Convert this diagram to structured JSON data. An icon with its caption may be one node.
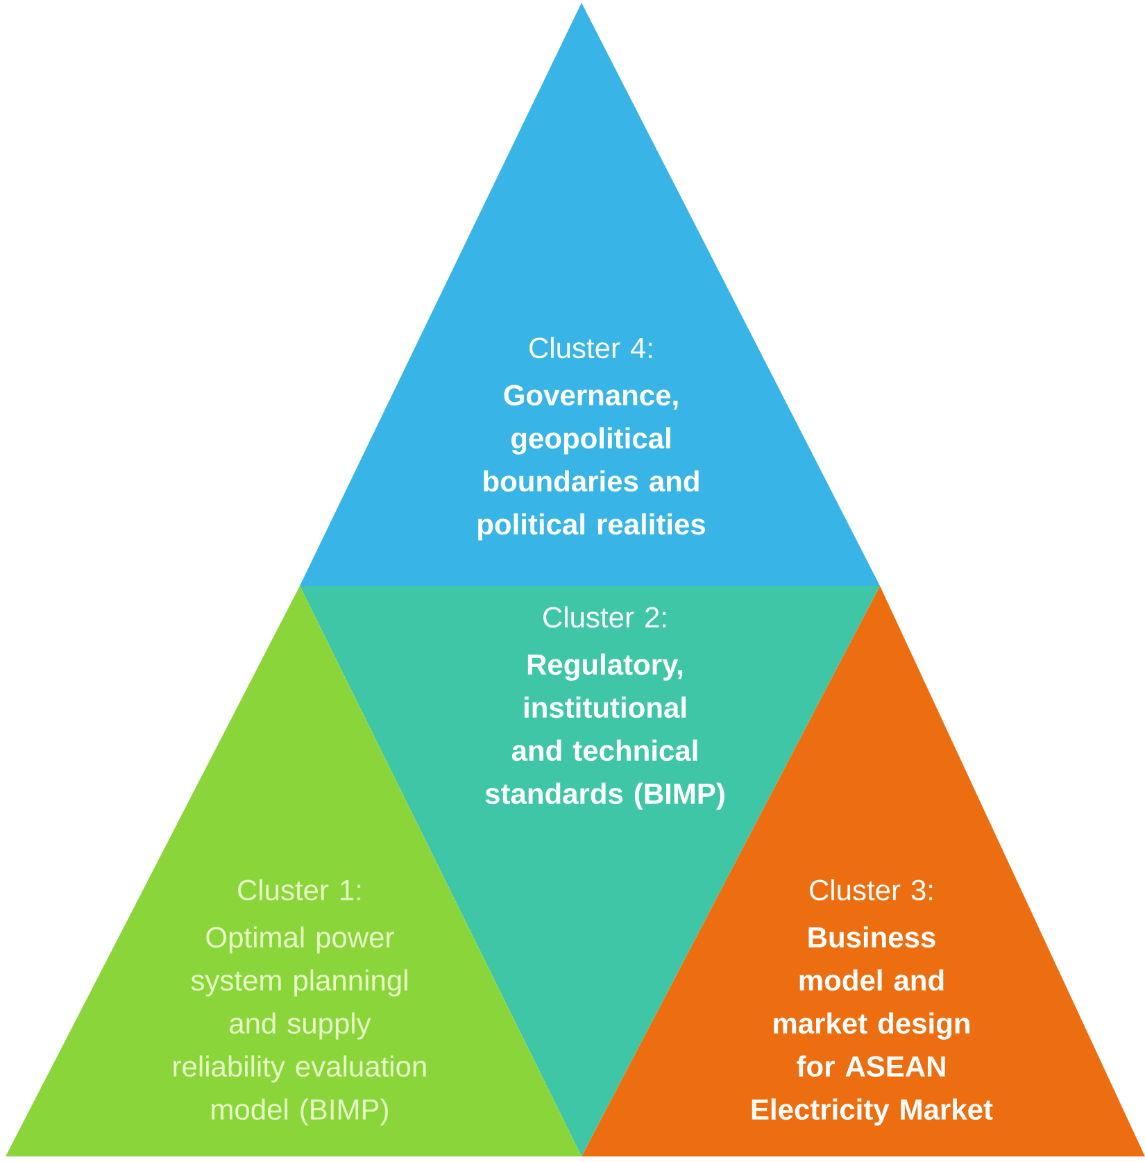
{
  "diagram": {
    "nodes": [
      {
        "text": [
          "Cluster 4:",
          "Governance, geopolitical boundaries and political realities"
        ]
      },
      {
        "text": [
          "Cluster 2:",
          "Regulatory, institutional and technical standards (BIMP)"
        ]
      },
      {
        "text": [
          "Cluster 1:",
          "Optimal power system planningl and supply reliability evaluation model (BIMP)"
        ]
      },
      {
        "text": [
          "Cluster 3:",
          "Business model and market design for ASEAN Electricity Market"
        ]
      }
    ]
  }
}
